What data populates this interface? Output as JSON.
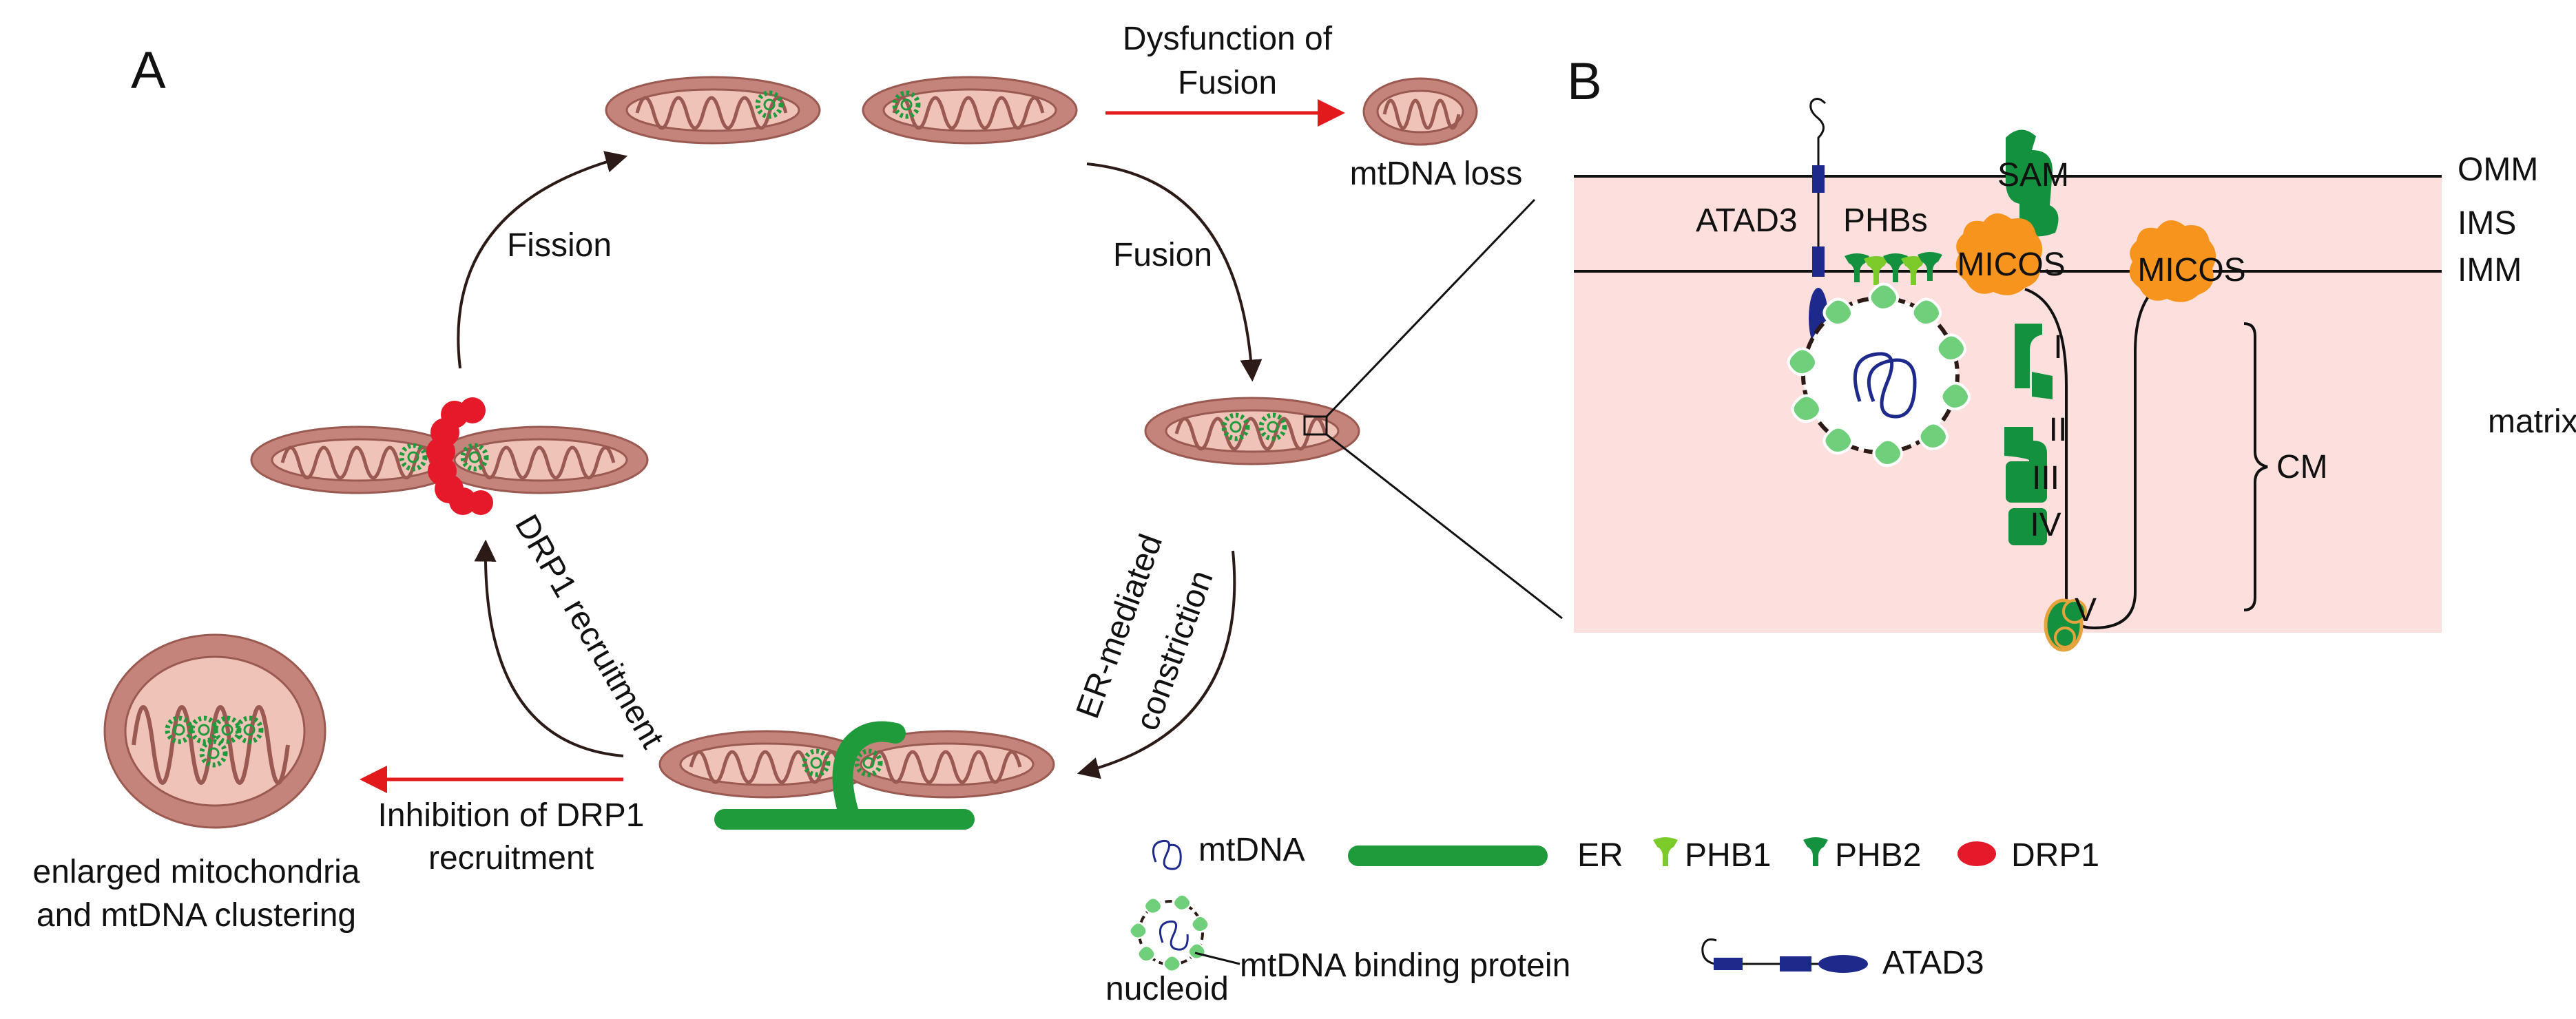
{
  "panels": {
    "a": "A",
    "b": "B"
  },
  "cycle": {
    "dysfunction_line1": "Dysfunction of",
    "dysfunction_line2": "Fusion",
    "mtdna_loss": "mtDNA loss",
    "fusion": "Fusion",
    "fission": "Fission",
    "drp1_recruitment": "DRP1 recruitment",
    "er_line1": "ER-mediated",
    "er_line2": "constriction",
    "inhibition_line1": "Inhibition of DRP1",
    "inhibition_line2": "recruitment",
    "enlarged_line1": "enlarged mitochondria",
    "enlarged_line2": "and mtDNA clustering"
  },
  "detail": {
    "omm": "OMM",
    "ims": "IMS",
    "imm": "IMM",
    "matrix": "matrix",
    "cm": "CM",
    "atad3": "ATAD3",
    "phbs": "PHBs",
    "sam": "SAM",
    "micos_left": "MICOS",
    "micos_right": "MICOS",
    "complex_1": "I",
    "complex_2": "II",
    "complex_3": "III",
    "complex_4": "IV",
    "complex_5": "V"
  },
  "legend": {
    "mtdna": "mtDNA",
    "er": "ER",
    "phb1": "PHB1",
    "phb2": "PHB2",
    "drp1": "DRP1",
    "nucleoid": "nucleoid",
    "binding_protein": "mtDNA binding protein",
    "atad3": "ATAD3"
  },
  "colors": {
    "mito_outer": "#c4837b",
    "mito_inner": "#f0c3b8",
    "mito_crista": "#9a5a52",
    "drp1": "#e5192a",
    "er": "#1f9b3c",
    "phb1": "#7ccb2a",
    "phb2": "#13913e",
    "micos": "#f7941d",
    "atad3": "#1d2a8c",
    "nucleoid_protein": "#6fcf7a",
    "membrane_bg": "#fde0de",
    "arrow_red": "#e31a1c"
  }
}
